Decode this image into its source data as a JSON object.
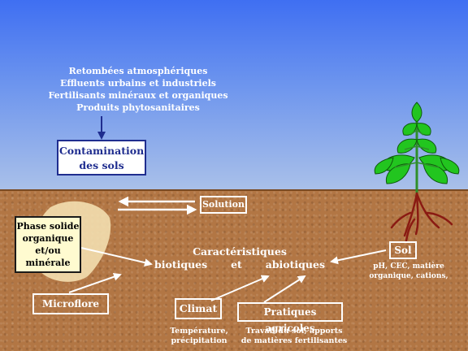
{
  "atmosphere": {
    "lines": [
      "Retombées atmosphériques",
      "Effluents urbains et industriels",
      "Fertilisants minéraux et organiques",
      "Produits phytosanitaires"
    ]
  },
  "contamination": {
    "line1": "Contamination",
    "line2": "des sols"
  },
  "solution": {
    "label": "Solution"
  },
  "phase": {
    "lines": [
      "Phase solide",
      "organique",
      "et/ou",
      "minérale"
    ]
  },
  "caracteristiques": {
    "line1": "Caractéristiques",
    "word1": "biotiques",
    "word2": "et",
    "word3": "abiotiques"
  },
  "sol": {
    "label": "Sol",
    "detail1": "pH, CEC, matière",
    "detail2": "organique, cations,"
  },
  "microflore": {
    "label": "Microflore"
  },
  "climat": {
    "label": "Climat",
    "detail1": "Température,",
    "detail2": "précipitation"
  },
  "pratiques": {
    "label": "Pratiques agricoles",
    "detail1": "Travail du sol, apports",
    "detail2": "de matières fertilisantes"
  },
  "colors": {
    "sky_top": "#3f6ff2",
    "soil": "#b27644",
    "leaf": "#22c51f",
    "box_border_blue": "#1f2d8f",
    "root": "#8a1a12"
  }
}
